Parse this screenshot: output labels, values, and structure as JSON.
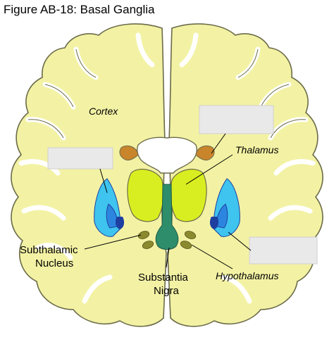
{
  "figure": {
    "title": "Figure AB-18: Basal Ganglia"
  },
  "labels": {
    "cortex": "Cortex",
    "thalamus": "Thalamus",
    "subthalamic_line1": "Subthalamic",
    "subthalamic_line2": "Nucleus",
    "substantia_line1": "Substantia",
    "substantia_line2": "Nigra",
    "hypothalamus": "Hypothalamus"
  },
  "colors": {
    "brain_fill": "#f3f2a4",
    "brain_outline": "#6b6b4a",
    "thalamus": "#d9ee20",
    "lateral_ventricle_light": "#3ec4ee",
    "putamen_blue": "#2c86e0",
    "globus_dark": "#1e3fa0",
    "third_ventricle": "#2e8d6b",
    "caudate": "#c9852b",
    "white_matter": "#ffffff",
    "olive_nuclei": "#8c8a2e",
    "label_box": "#e9e9e9"
  },
  "icons": [
    "coronal-brain-section-diagram"
  ]
}
